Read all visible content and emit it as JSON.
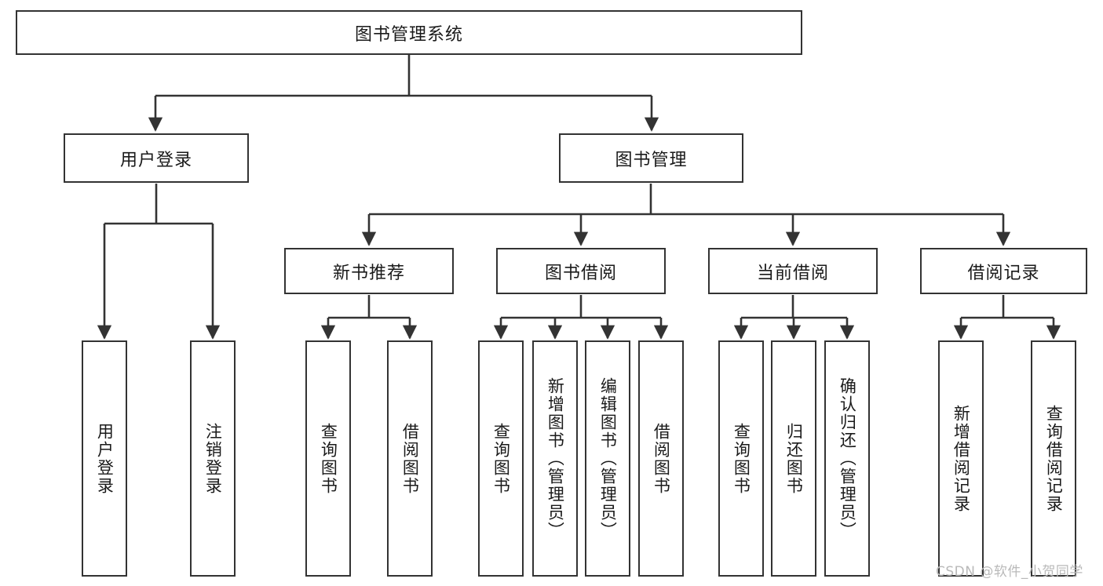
{
  "diagram": {
    "title_node": {
      "label": "图书管理系统"
    },
    "level2": [
      {
        "id": "user-login",
        "label": "用户登录"
      },
      {
        "id": "book-management",
        "label": "图书管理"
      }
    ],
    "level3": [
      {
        "id": "new-book-recommend",
        "label": "新书推荐"
      },
      {
        "id": "book-borrow",
        "label": "图书借阅"
      },
      {
        "id": "current-borrow",
        "label": "当前借阅"
      },
      {
        "id": "borrow-record",
        "label": "借阅记录"
      }
    ],
    "leaves": {
      "user_login": [
        {
          "id": "leaf-user-login",
          "label": "用户登录"
        },
        {
          "id": "leaf-logout-login",
          "label": "注销登录"
        }
      ],
      "new_book_recommend": [
        {
          "id": "leaf-query-book-1",
          "label": "查询图书"
        },
        {
          "id": "leaf-borrow-book-1",
          "label": "借阅图书"
        }
      ],
      "book_borrow": [
        {
          "id": "leaf-query-book-2",
          "label": "查询图书"
        },
        {
          "id": "leaf-add-book",
          "label": "新增图书（管理员）"
        },
        {
          "id": "leaf-edit-book",
          "label": "编辑图书（管理员）"
        },
        {
          "id": "leaf-borrow-book-2",
          "label": "借阅图书"
        }
      ],
      "current_borrow": [
        {
          "id": "leaf-query-book-3",
          "label": "查询图书"
        },
        {
          "id": "leaf-return-book",
          "label": "归还图书"
        },
        {
          "id": "leaf-confirm-return",
          "label": "确认归还（管理员）"
        }
      ],
      "borrow_record": [
        {
          "id": "leaf-add-borrow-record",
          "label": "新增借阅记录"
        },
        {
          "id": "leaf-query-borrow-record",
          "label": "查询借阅记录"
        }
      ]
    },
    "colors": {
      "stroke": "#333333",
      "fill": "#ffffff",
      "text": "#1a1a1a",
      "watermark": "#b9b9b9"
    }
  },
  "watermark": {
    "text": "CSDN @软件_小贺同学"
  }
}
